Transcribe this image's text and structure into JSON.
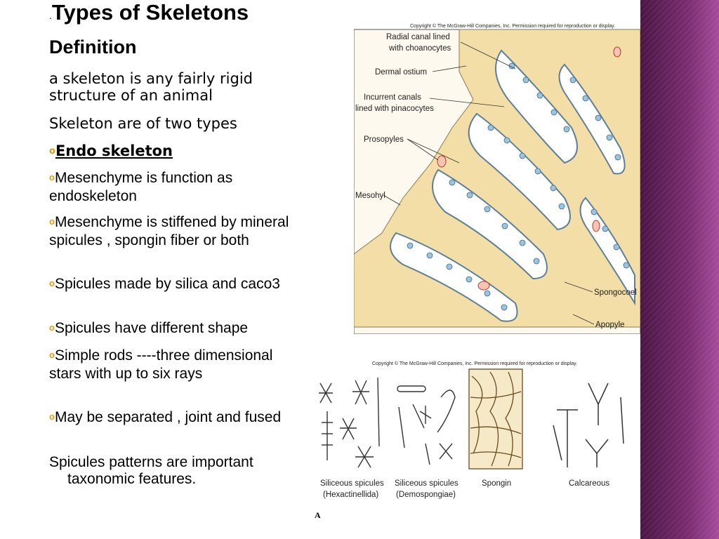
{
  "slide": {
    "title_prefix": ".",
    "title": "Types of Skeletons",
    "subtitle": "Definition",
    "paragraphs": [
      "a skeleton is any fairly rigid structure of an animal",
      "Skeleton are of two types"
    ],
    "bullet_glyph": "o",
    "bullets": [
      "Endo skeleton",
      "Mesenchyme is function as endoskeleton",
      "Mesenchyme is stiffened by mineral spicules , spongin fiber or both",
      "Spicules made by silica and caco3",
      "Spicules have different shape",
      "Simple rods ----three dimensional stars with up to six rays",
      "May be separated  , joint and fused"
    ],
    "closing": "Spicules patterns are important taxonomic features."
  },
  "figure_top": {
    "copyright": "Copyright © The McGraw-Hill Companies, Inc. Permission required for reproduction or display.",
    "labels": {
      "radial_canal_1": "Radial canal lined",
      "radial_canal_2": "with choanocytes",
      "dermal_ostium": "Dermal ostium",
      "incurrent_1": "Incurrent canals",
      "incurrent_2": "lined with pinacocytes",
      "prosopyles": "Prosopyles",
      "mesohyl": "Mesohyl",
      "spongocoel": "Spongocoel",
      "apopyle": "Apopyle"
    }
  },
  "figure_bottom": {
    "copyright": "Copyright © The McGraw-Hill Companies, Inc. Permission required for reproduction or display.",
    "captions": {
      "hex_1": "Siliceous spicules",
      "hex_2": "(Hexactinellida)",
      "demo_1": "Siliceous spicules",
      "demo_2": "(Demospongiae)",
      "spongin": "Spongin",
      "calcareous": "Calcareous"
    },
    "panel_letter": "A"
  },
  "colors": {
    "bullet": "#e89a00",
    "side_band": "#5a1d52",
    "mesohyl_fill": "#f2dea6",
    "choanocyte": "#9cc4de"
  }
}
